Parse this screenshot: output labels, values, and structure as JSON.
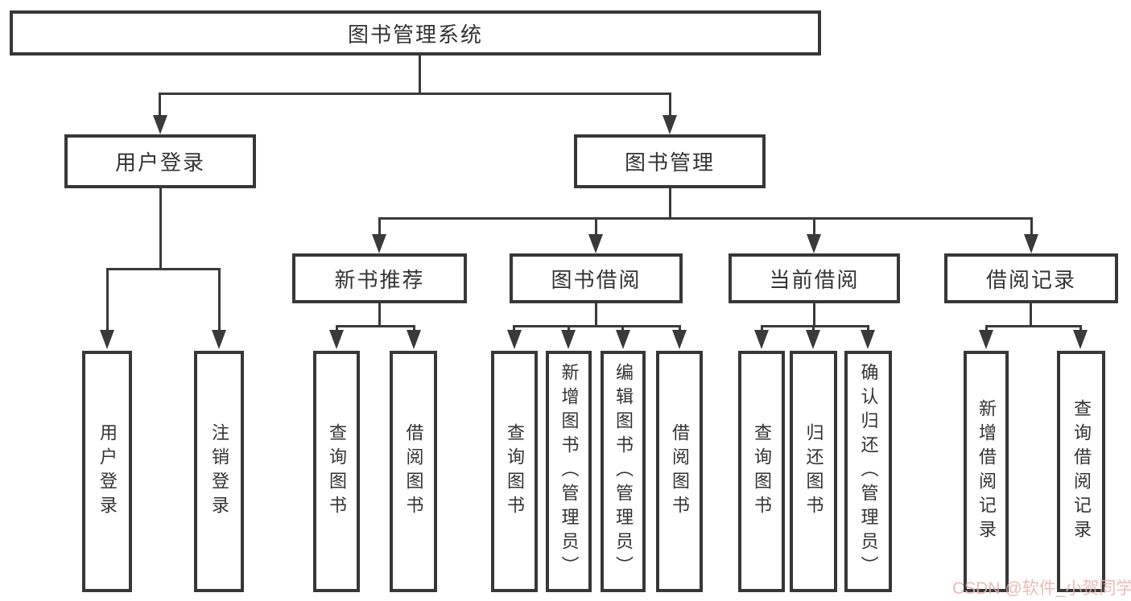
{
  "diagram": {
    "title": "图书管理系统",
    "level1": {
      "user_login": "用户登录",
      "book_management": "图书管理"
    },
    "level2": {
      "new_book_recommend": "新书推荐",
      "book_borrowing": "图书借阅",
      "current_borrowing": "当前借阅",
      "borrowing_records": "借阅记录"
    },
    "leaves": {
      "user_login": [
        "用户登录",
        "注销登录"
      ],
      "new_book_recommend": [
        "查询图书",
        "借阅图书"
      ],
      "book_borrowing": [
        "查询图书",
        "新增图书（管理员）",
        "编辑图书（管理员）",
        "借阅图书"
      ],
      "current_borrowing": [
        "查询图书",
        "归还图书",
        "确认归还（管理员）"
      ],
      "borrowing_records": [
        "新增借阅记录",
        "查询借阅记录"
      ]
    }
  },
  "watermark": {
    "text": "CSDN @软件_小贺同学"
  },
  "colors": {
    "line": "#3a3a3a",
    "border": "#373737",
    "text": "#333333",
    "background": "#ffffff",
    "watermark": "#e8b1ad"
  }
}
